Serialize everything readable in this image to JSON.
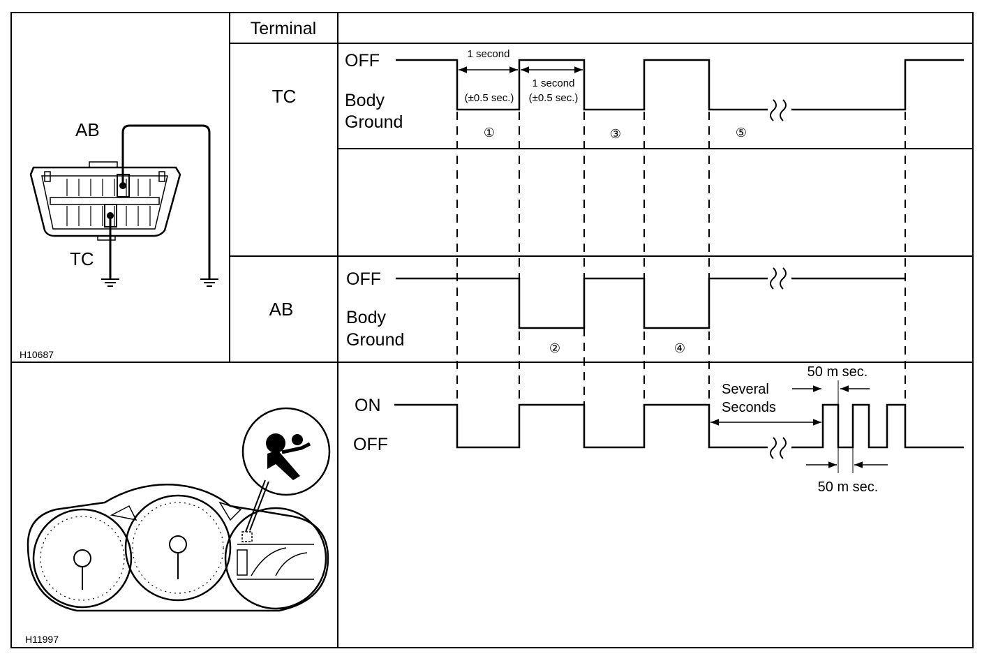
{
  "table": {
    "header": "Terminal",
    "rows": [
      {
        "terminal": "TC",
        "state_high": "OFF",
        "state_low_line1": "Body",
        "state_low_line2": "Ground"
      },
      {
        "terminal": "",
        "state_high": "",
        "state_low_line1": "",
        "state_low_line2": ""
      },
      {
        "terminal": "AB",
        "state_high": "OFF",
        "state_low_line1": "Body",
        "state_low_line2": "Ground"
      }
    ],
    "light": {
      "state_high": "ON",
      "state_low": "OFF"
    }
  },
  "connector": {
    "label_ab": "AB",
    "label_tc": "TC",
    "figure_code": "H10687"
  },
  "cluster": {
    "figure_code": "H11997",
    "indicator_icon": "airbag-warning-icon"
  },
  "steps": [
    "①",
    "②",
    "③",
    "④",
    "⑤"
  ],
  "annotations": {
    "timing1_top": "1 second",
    "timing1_bottom": "(±0.5 sec.)",
    "timing2_top": "1 second",
    "timing2_bottom": "(±0.5 sec.)",
    "several_line1": "Several",
    "several_line2": "Seconds",
    "pulse_top": "50 m sec.",
    "pulse_bottom": "50 m sec."
  }
}
